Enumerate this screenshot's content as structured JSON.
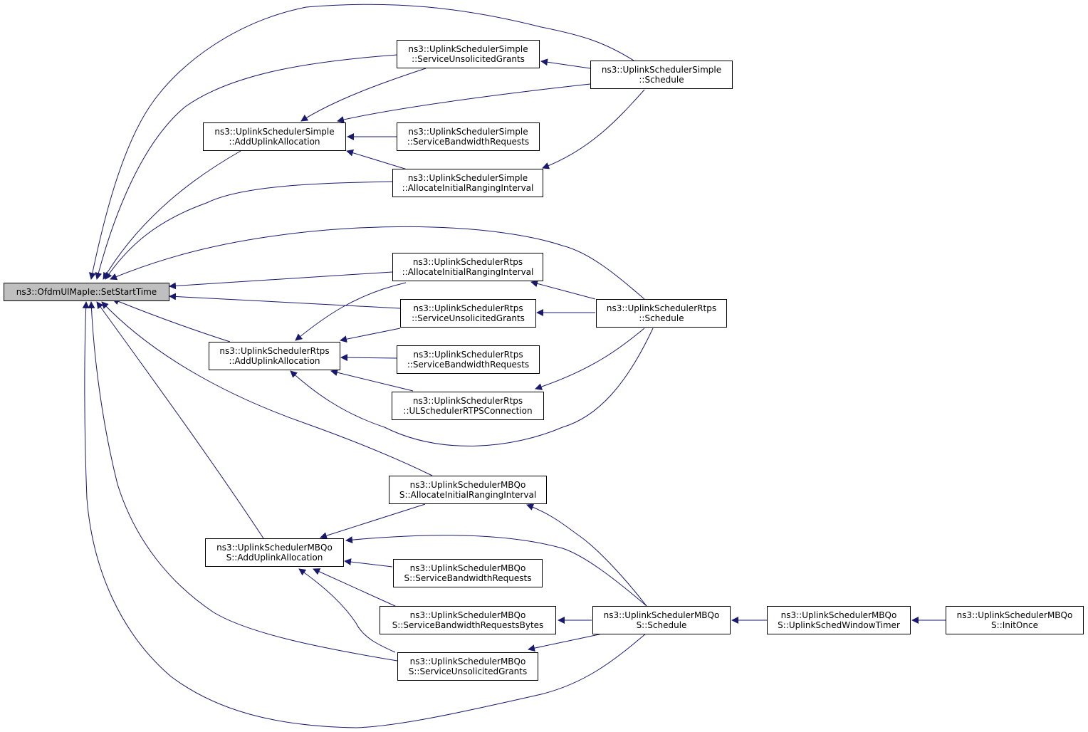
{
  "colors": {
    "edge": "#191970",
    "root_fill": "#bfbfbf",
    "node_fill": "#ffffff",
    "border": "#000000"
  },
  "nodes": {
    "root": {
      "l1": "ns3::OfdmUlMapIe::SetStartTime"
    },
    "s_sug": {
      "l1": "ns3::UplinkSchedulerSimple",
      "l2": "::ServiceUnsolicitedGrants"
    },
    "s_sched": {
      "l1": "ns3::UplinkSchedulerSimple",
      "l2": "::Schedule"
    },
    "s_aua": {
      "l1": "ns3::UplinkSchedulerSimple",
      "l2": "::AddUplinkAllocation"
    },
    "s_sbr": {
      "l1": "ns3::UplinkSchedulerSimple",
      "l2": "::ServiceBandwidthRequests"
    },
    "s_airi": {
      "l1": "ns3::UplinkSchedulerSimple",
      "l2": "::AllocateInitialRangingInterval"
    },
    "r_airi": {
      "l1": "ns3::UplinkSchedulerRtps",
      "l2": "::AllocateInitialRangingInterval"
    },
    "r_sug": {
      "l1": "ns3::UplinkSchedulerRtps",
      "l2": "::ServiceUnsolicitedGrants"
    },
    "r_sched": {
      "l1": "ns3::UplinkSchedulerRtps",
      "l2": "::Schedule"
    },
    "r_aua": {
      "l1": "ns3::UplinkSchedulerRtps",
      "l2": "::AddUplinkAllocation"
    },
    "r_sbr": {
      "l1": "ns3::UplinkSchedulerRtps",
      "l2": "::ServiceBandwidthRequests"
    },
    "r_ulc": {
      "l1": "ns3::UplinkSchedulerRtps",
      "l2": "::ULSchedulerRTPSConnection"
    },
    "m_airi": {
      "l1": "ns3::UplinkSchedulerMBQo",
      "l2": "S::AllocateInitialRangingInterval"
    },
    "m_aua": {
      "l1": "ns3::UplinkSchedulerMBQo",
      "l2": "S::AddUplinkAllocation"
    },
    "m_sbr": {
      "l1": "ns3::UplinkSchedulerMBQo",
      "l2": "S::ServiceBandwidthRequests"
    },
    "m_sbrb": {
      "l1": "ns3::UplinkSchedulerMBQo",
      "l2": "S::ServiceBandwidthRequestsBytes"
    },
    "m_sched": {
      "l1": "ns3::UplinkSchedulerMBQo",
      "l2": "S::Schedule"
    },
    "m_sug": {
      "l1": "ns3::UplinkSchedulerMBQo",
      "l2": "S::ServiceUnsolicitedGrants"
    },
    "m_uswt": {
      "l1": "ns3::UplinkSchedulerMBQo",
      "l2": "S::UplinkSchedWindowTimer"
    },
    "m_init": {
      "l1": "ns3::UplinkSchedulerMBQo",
      "l2": "S::InitOnce"
    }
  }
}
